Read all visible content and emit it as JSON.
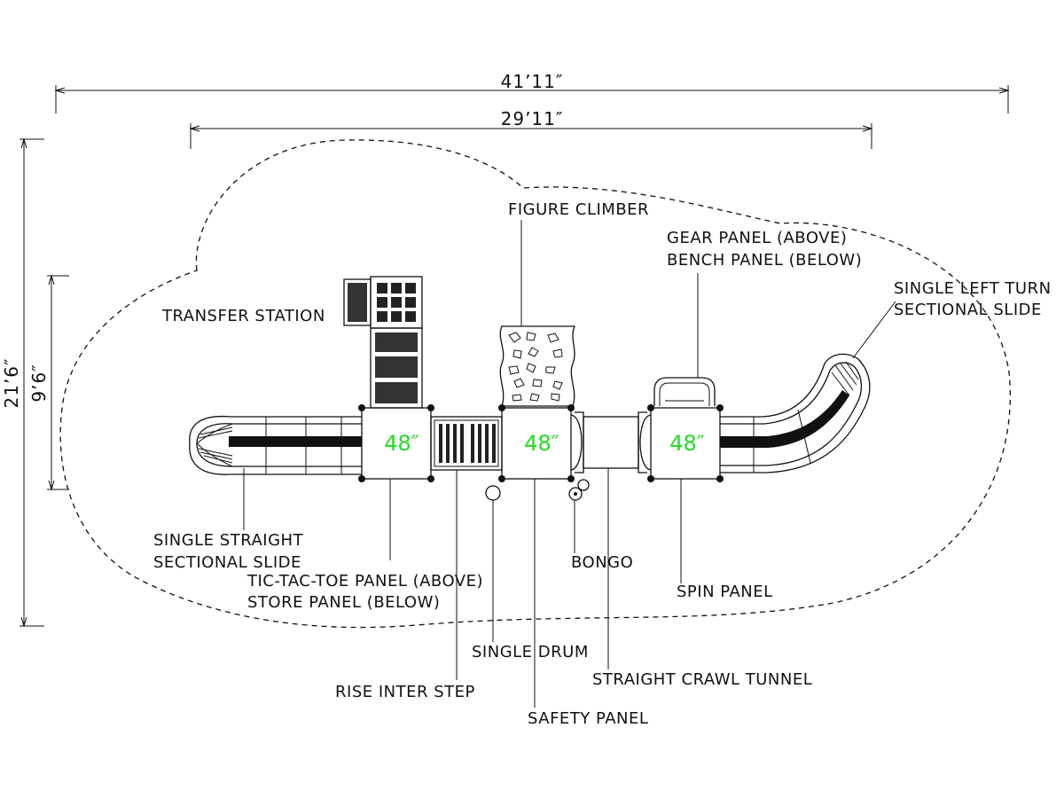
{
  "dimensions": {
    "overall_width": "41’11″",
    "inner_width": "29’11″",
    "overall_depth": "21’6″",
    "inner_depth": "9’6″"
  },
  "decks": [
    "48″",
    "48″",
    "48″"
  ],
  "labels": {
    "figure_climber": "FIGURE CLIMBER",
    "gear_panel": "GEAR PANEL (ABOVE)",
    "bench_panel": "BENCH PANEL (BELOW)",
    "transfer_station": "TRANSFER STATION",
    "left_turn_slide_1": "SINGLE LEFT TURN",
    "left_turn_slide_2": "SECTIONAL SLIDE",
    "straight_slide_1": "SINGLE STRAIGHT",
    "straight_slide_2": "SECTIONAL SLIDE",
    "tic_tac_toe": "TIC-TAC-TOE PANEL (ABOVE)",
    "store_panel": "STORE PANEL (BELOW)",
    "bongo": "BONGO",
    "spin_panel": "SPIN PANEL",
    "single_drum": "SINGLE DRUM",
    "rise_inter_step": "RISE INTER STEP",
    "straight_crawl_tunnel": "STRAIGHT CRAWL TUNNEL",
    "safety_panel": "SAFETY PANEL"
  }
}
